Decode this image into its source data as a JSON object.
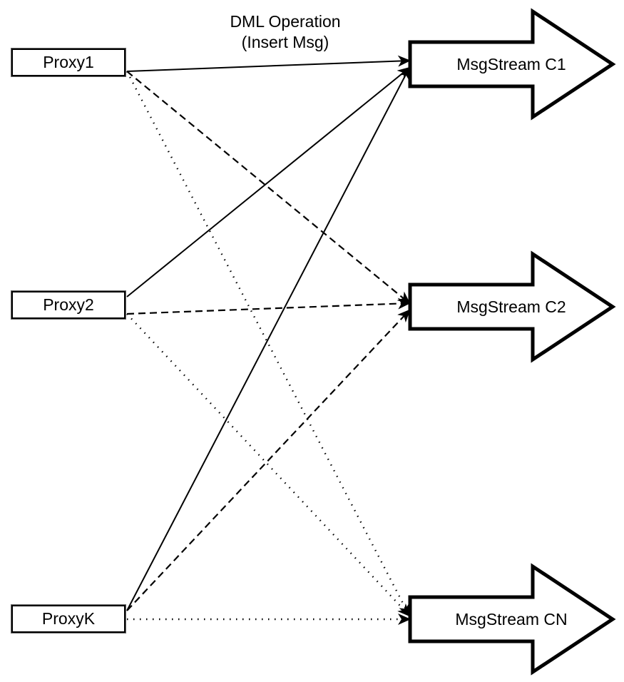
{
  "diagram": {
    "title_line1": "DML Operation",
    "title_line2": "(Insert Msg)",
    "proxies": [
      {
        "id": "proxy1",
        "label": "Proxy1"
      },
      {
        "id": "proxy2",
        "label": "Proxy2"
      },
      {
        "id": "proxyk",
        "label": "ProxyK"
      }
    ],
    "streams": [
      {
        "id": "c1",
        "label": "MsgStream C1"
      },
      {
        "id": "c2",
        "label": "MsgStream C2"
      },
      {
        "id": "cn",
        "label": "MsgStream CN"
      }
    ],
    "connections": [
      {
        "from": "proxy1",
        "to": "c1",
        "style": "solid"
      },
      {
        "from": "proxy1",
        "to": "c2",
        "style": "dashed"
      },
      {
        "from": "proxy1",
        "to": "cn",
        "style": "dotted"
      },
      {
        "from": "proxy2",
        "to": "c1",
        "style": "solid"
      },
      {
        "from": "proxy2",
        "to": "c2",
        "style": "dashed"
      },
      {
        "from": "proxy2",
        "to": "cn",
        "style": "dotted"
      },
      {
        "from": "proxyk",
        "to": "c1",
        "style": "solid"
      },
      {
        "from": "proxyk",
        "to": "c2",
        "style": "dashed"
      },
      {
        "from": "proxyk",
        "to": "cn",
        "style": "dotted"
      }
    ],
    "colors": {
      "stroke": "#000000",
      "fill": "#ffffff"
    }
  }
}
